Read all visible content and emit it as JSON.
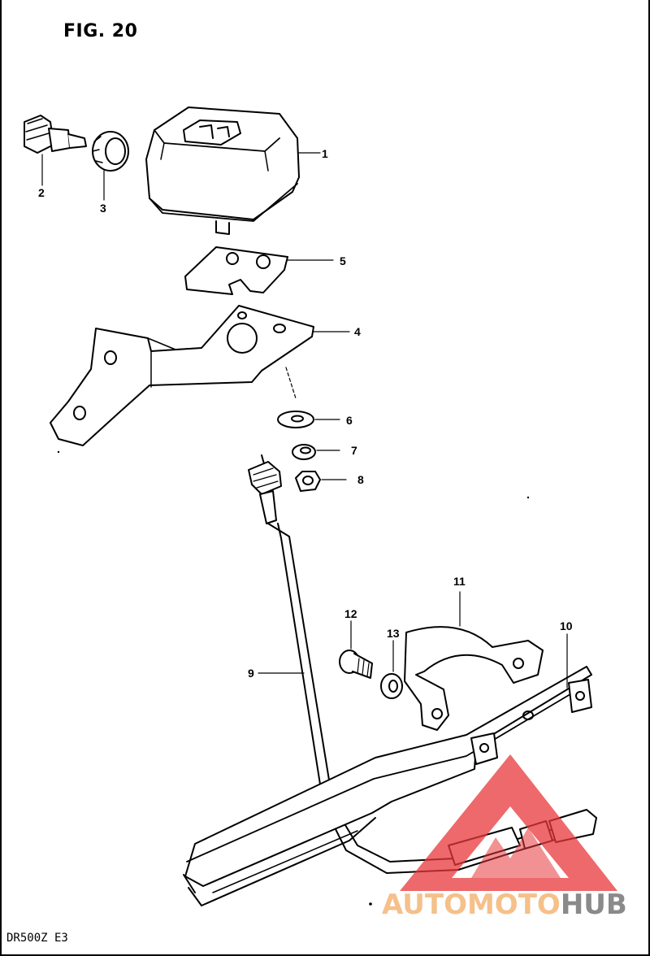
{
  "figure": {
    "title": "FIG. 20",
    "model_code": "DR500Z  E3"
  },
  "callouts": [
    "1",
    "2",
    "3",
    "4",
    "5",
    "6",
    "7",
    "8",
    "9",
    "10",
    "11",
    "12",
    "13"
  ],
  "watermark": {
    "prefix": "AUTOMOTO",
    "suffix": "HUB",
    "accent_color": "#e8373a",
    "prefix_color": "#f5c08a",
    "suffix_color": "#8a8a8a"
  }
}
